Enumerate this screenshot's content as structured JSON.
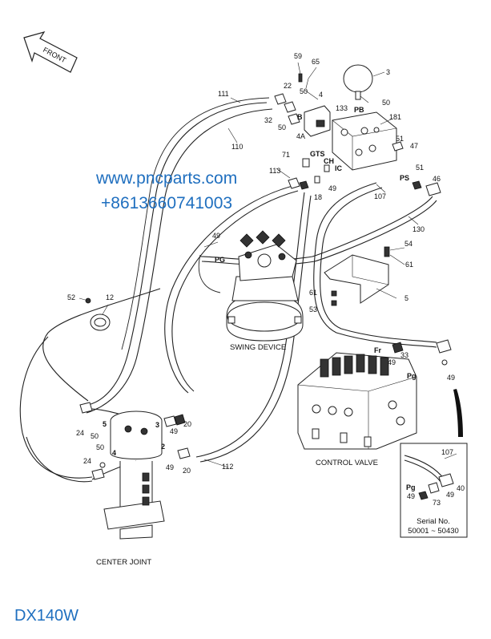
{
  "watermark": {
    "line1": "www.pncparts.com",
    "line2": "+8613660741003"
  },
  "model": "DX140W",
  "front_arrow": "FRONT",
  "captions": {
    "swing_device": "SWING DEVICE",
    "control_valve": "CONTROL VALVE",
    "center_joint": "CENTER JOINT"
  },
  "serial_box": {
    "line1": "Serial No.",
    "line2": "50001 ~ 50430"
  },
  "callouts": [
    "59",
    "65",
    "3",
    "22",
    "50",
    "4",
    "133",
    "PB",
    "50",
    "181",
    "32",
    "B",
    "4A",
    "50",
    "111",
    "110",
    "71",
    "GTS",
    "CH",
    "IC",
    "51",
    "47",
    "51",
    "46",
    "PS",
    "113",
    "18",
    "49",
    "107",
    "130",
    "54",
    "61",
    "61",
    "53",
    "5",
    "49",
    "PG",
    "52",
    "12",
    "Fr",
    "33",
    "49",
    "Pg",
    "49",
    "24",
    "50",
    "5",
    "3",
    "49",
    "20",
    "2",
    "49",
    "20",
    "50",
    "4",
    "24",
    "112",
    "107",
    "40",
    "49",
    "73",
    "49",
    "Pg"
  ],
  "colors": {
    "watermark": "#1f6fbf",
    "line": "#222222",
    "background": "#ffffff"
  }
}
